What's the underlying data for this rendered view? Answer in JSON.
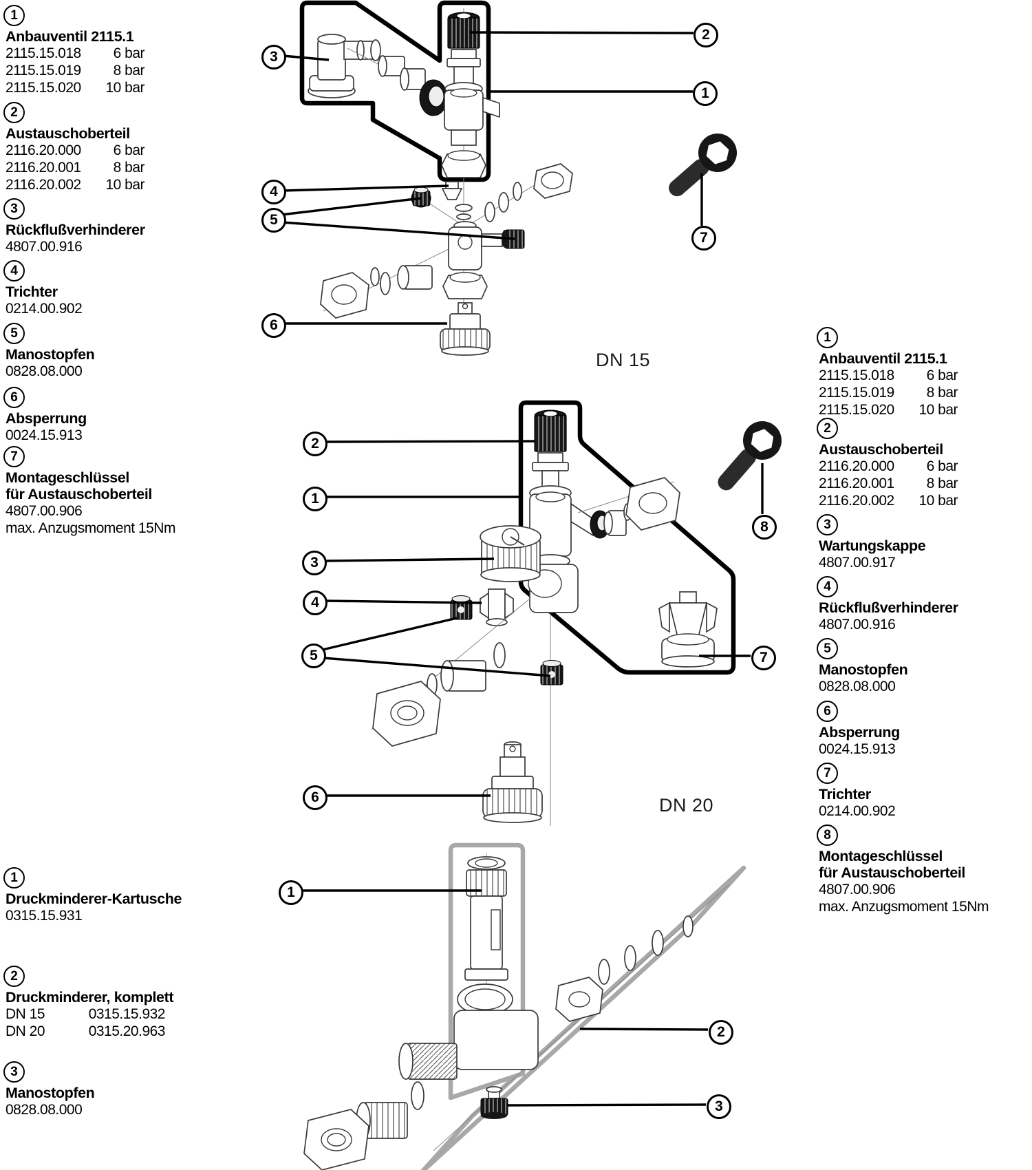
{
  "diagram_labels": {
    "dn15": "DN 15",
    "dn20": "DN 20"
  },
  "colors": {
    "outline_dark": "#000000",
    "outline_grey": "#a8a8a8",
    "part_dark": "#161616",
    "accent": "#000000"
  },
  "icons": {
    "wrench": "wrench-icon",
    "callout_circle": "numbered-callout"
  },
  "lists": {
    "top_left": {
      "items": [
        {
          "num": "1",
          "title": "Anbauventil 2115.1",
          "rows": [
            [
              "2115.15.018",
              "6 bar"
            ],
            [
              "2115.15.019",
              "8 bar"
            ],
            [
              "2115.15.020",
              "10 bar"
            ]
          ]
        },
        {
          "num": "2",
          "title": "Austauschoberteil",
          "rows": [
            [
              "2116.20.000",
              "6 bar"
            ],
            [
              "2116.20.001",
              "8 bar"
            ],
            [
              "2116.20.002",
              "10 bar"
            ]
          ]
        },
        {
          "num": "3",
          "title": "Rückflußverhinderer",
          "rows": [
            [
              "4807.00.916",
              ""
            ]
          ]
        },
        {
          "num": "4",
          "title": "Trichter",
          "rows": [
            [
              "0214.00.902",
              ""
            ]
          ]
        },
        {
          "num": "5",
          "title": "Manostopfen",
          "rows": [
            [
              "0828.08.000",
              ""
            ]
          ]
        },
        {
          "num": "6",
          "title": "Absperrung",
          "rows": [
            [
              "0024.15.913",
              ""
            ]
          ]
        },
        {
          "num": "7",
          "title": "Montageschlüssel",
          "title2": "für Austauschoberteil",
          "rows": [
            [
              "4807.00.906",
              ""
            ],
            [
              "max. Anzugsmoment 15Nm",
              ""
            ]
          ]
        }
      ]
    },
    "right": {
      "items": [
        {
          "num": "1",
          "title": "Anbauventil 2115.1",
          "rows": [
            [
              "2115.15.018",
              "6 bar"
            ],
            [
              "2115.15.019",
              "8 bar"
            ],
            [
              "2115.15.020",
              "10 bar"
            ]
          ]
        },
        {
          "num": "2",
          "title": "Austauschoberteil",
          "rows": [
            [
              "2116.20.000",
              "6 bar"
            ],
            [
              "2116.20.001",
              "8 bar"
            ],
            [
              "2116.20.002",
              "10 bar"
            ]
          ]
        },
        {
          "num": "3",
          "title": "Wartungskappe",
          "rows": [
            [
              "4807.00.917",
              ""
            ]
          ]
        },
        {
          "num": "4",
          "title": "Rückflußverhinderer",
          "rows": [
            [
              "4807.00.916",
              ""
            ]
          ]
        },
        {
          "num": "5",
          "title": "Manostopfen",
          "rows": [
            [
              "0828.08.000",
              ""
            ]
          ]
        },
        {
          "num": "6",
          "title": "Absperrung",
          "rows": [
            [
              "0024.15.913",
              ""
            ]
          ]
        },
        {
          "num": "7",
          "title": "Trichter",
          "rows": [
            [
              "0214.00.902",
              ""
            ]
          ]
        },
        {
          "num": "8",
          "title": "Montageschlüssel",
          "title2": "für Austauschoberteil",
          "rows": [
            [
              "4807.00.906",
              ""
            ],
            [
              "max. Anzugsmoment 15Nm",
              ""
            ]
          ]
        }
      ]
    },
    "bottom_left": {
      "items": [
        {
          "num": "1",
          "title": "Druckminderer-Kartusche",
          "rows": [
            [
              "0315.15.931",
              ""
            ]
          ]
        },
        {
          "num": "2",
          "title": "Druckminderer, komplett",
          "rows": [
            [
              "DN 15",
              "0315.15.932"
            ],
            [
              "DN 20",
              "0315.20.963"
            ]
          ]
        },
        {
          "num": "3",
          "title": "Manostopfen",
          "rows": [
            [
              "0828.08.000",
              ""
            ]
          ]
        }
      ]
    }
  },
  "callouts": {
    "dn15": [
      "2",
      "1",
      "3",
      "4",
      "5",
      "6",
      "7"
    ],
    "dn20": [
      "2",
      "1",
      "3",
      "4",
      "5",
      "6",
      "7",
      "8"
    ],
    "bottom": [
      "1",
      "2",
      "3"
    ]
  }
}
